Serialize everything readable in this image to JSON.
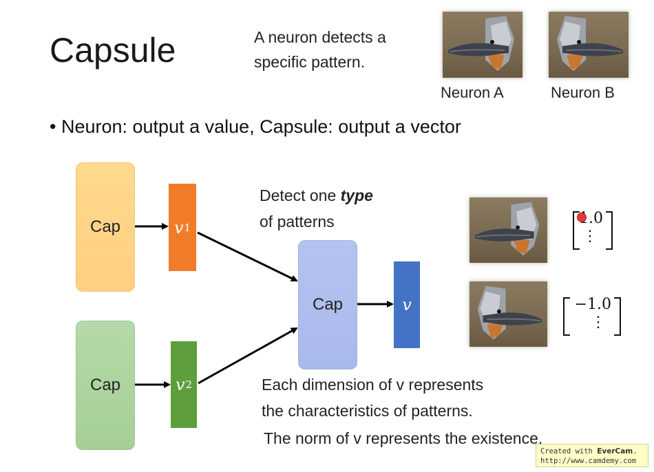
{
  "title": "Capsule",
  "neuron_description": [
    "A neuron detects a",
    "specific pattern."
  ],
  "neuron_images": [
    {
      "caption": "Neuron A",
      "orientation": "beak-left"
    },
    {
      "caption": "Neuron B",
      "orientation": "beak-right"
    }
  ],
  "bullet": "Neuron: output a value, Capsule: output a vector",
  "capsules": [
    {
      "label": "Cap",
      "color": "#ffd38a"
    },
    {
      "label": "Cap",
      "color": "#aed49f"
    },
    {
      "label": "Cap",
      "color": "#afbeec"
    }
  ],
  "vectors": [
    {
      "symbol": "v",
      "superscript": "1",
      "color": "#f07c2a"
    },
    {
      "symbol": "v",
      "superscript": "2",
      "color": "#5e9e3c"
    },
    {
      "symbol": "v",
      "superscript": "",
      "color": "#4472c4"
    }
  ],
  "detect_text": {
    "line1_prefix": "Detect one ",
    "line1_emphasis": "type",
    "line2": "of patterns"
  },
  "output_examples": [
    {
      "orientation": "beak-left",
      "value": "1.0",
      "ellipsis": "⋮"
    },
    {
      "orientation": "beak-right",
      "value": "−1.0",
      "ellipsis": "⋮"
    }
  ],
  "dimension_text": [
    "Each dimension of v represents",
    "the characteristics of patterns."
  ],
  "norm_text": "The norm of v represents the existence.",
  "watermark": {
    "prefix": "Created with ",
    "brand": "EverCam",
    "suffix": ".",
    "url": "http://www.camdemy.com"
  }
}
